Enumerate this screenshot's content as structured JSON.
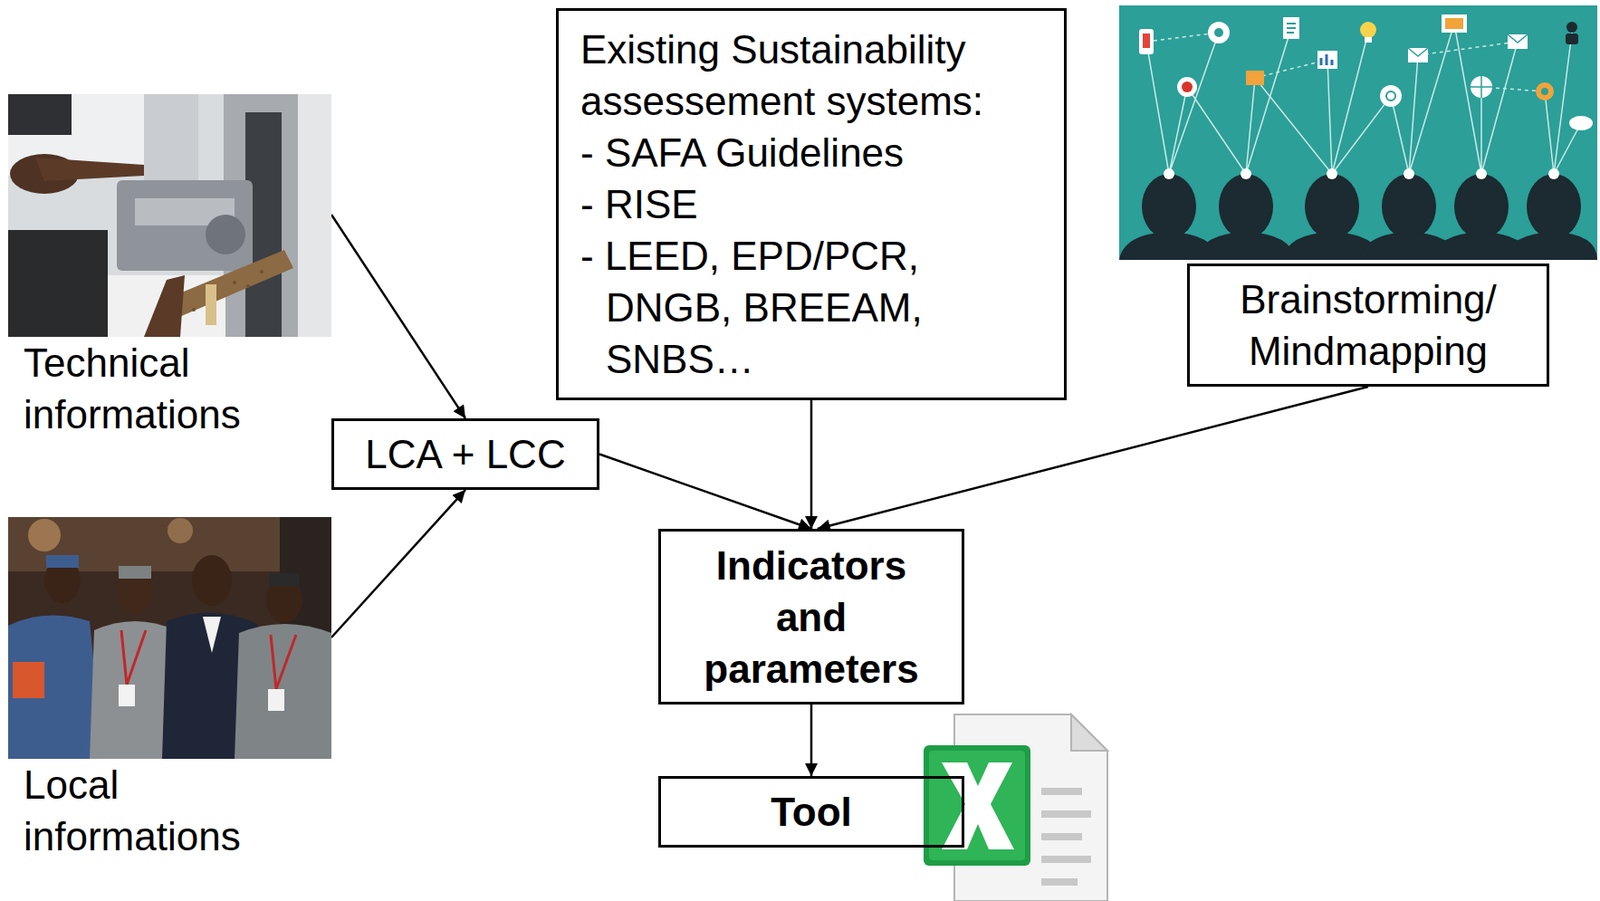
{
  "diagram": {
    "nodes": [
      {
        "text": [
          "Technical informations"
        ]
      },
      {
        "text": [
          "Existing Sustainability assessement systems:",
          "- SAFA Guidelines",
          "- RISE",
          "- LEED, EPD/PCR, DNGB, BREEAM, SNBS…"
        ]
      },
      {
        "text": [
          "Brainstorming/ Mindmapping"
        ]
      },
      {
        "text": [
          "LCA + LCC"
        ]
      },
      {
        "text": [
          "Local informations"
        ]
      },
      {
        "text": [
          "Indicators and parameters"
        ]
      },
      {
        "text": [
          "Tool"
        ]
      }
    ],
    "edges": [
      {
        "from": 0,
        "to": 3,
        "arrow": "to"
      },
      {
        "from": 4,
        "to": 3,
        "arrow": "to"
      },
      {
        "from": 3,
        "to": 5,
        "arrow": "to"
      },
      {
        "from": 1,
        "to": 5,
        "arrow": "to"
      },
      {
        "from": 2,
        "to": 5,
        "arrow": "to"
      },
      {
        "from": 5,
        "to": 6,
        "arrow": "to"
      }
    ]
  }
}
